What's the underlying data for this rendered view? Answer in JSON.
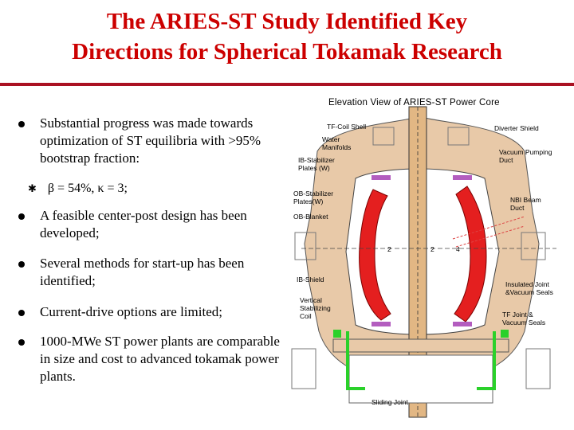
{
  "title": {
    "line1": "The ARIES-ST Study Identified Key",
    "line2": "Directions for Spherical Tokamak Research"
  },
  "bullets": [
    {
      "text": "Substantial progress was made towards optimization of ST equilibria with >95% bootstrap fraction:"
    },
    {
      "text": "A feasible center-post design has been developed;"
    },
    {
      "text": "Several methods for start-up has been identified;"
    },
    {
      "text": "Current-drive options are limited;"
    },
    {
      "text": "1000-MWe ST power plants are comparable in size and cost to advanced tokamak power plants."
    }
  ],
  "sub_bullet": {
    "text": "β = 54%, κ = 3;"
  },
  "figure": {
    "title": "Elevation View of ARIES-ST Power Core",
    "labels": {
      "tf_coil_shell": "TF-Coil Shell",
      "water_manifolds": "Water\nManifolds",
      "ib_stabilizer": "IB-Stabilizer\nPlates (W)",
      "ob_stabilizer": "OB-Stabilizer\nPlates(W)",
      "ob_blanket": "OB-Blanket",
      "ib_shield": "IB-Shield",
      "vertical_coil": "Vertical\nStabilizing\nCoil",
      "diverter_shield": "Diverter Shield",
      "vacuum_duct": "Vacuum Pumping\nDuct",
      "nbi_duct": "NBI Beam\nDuct",
      "insulated_joint": "Insulated Joint\n&Vacuum Seals",
      "tf_joint": "TF Joint &\nVacuum Seals",
      "sliding_joint": "Sliding Joint",
      "scale_2_left": "2",
      "scale_2_right": "2",
      "scale_4": "4"
    }
  },
  "colors": {
    "title": "#cc0000",
    "rule": "#aa1122",
    "shell": "#e8c9a8",
    "blanket": "#e41f1f",
    "coil": "#2ad12a"
  }
}
